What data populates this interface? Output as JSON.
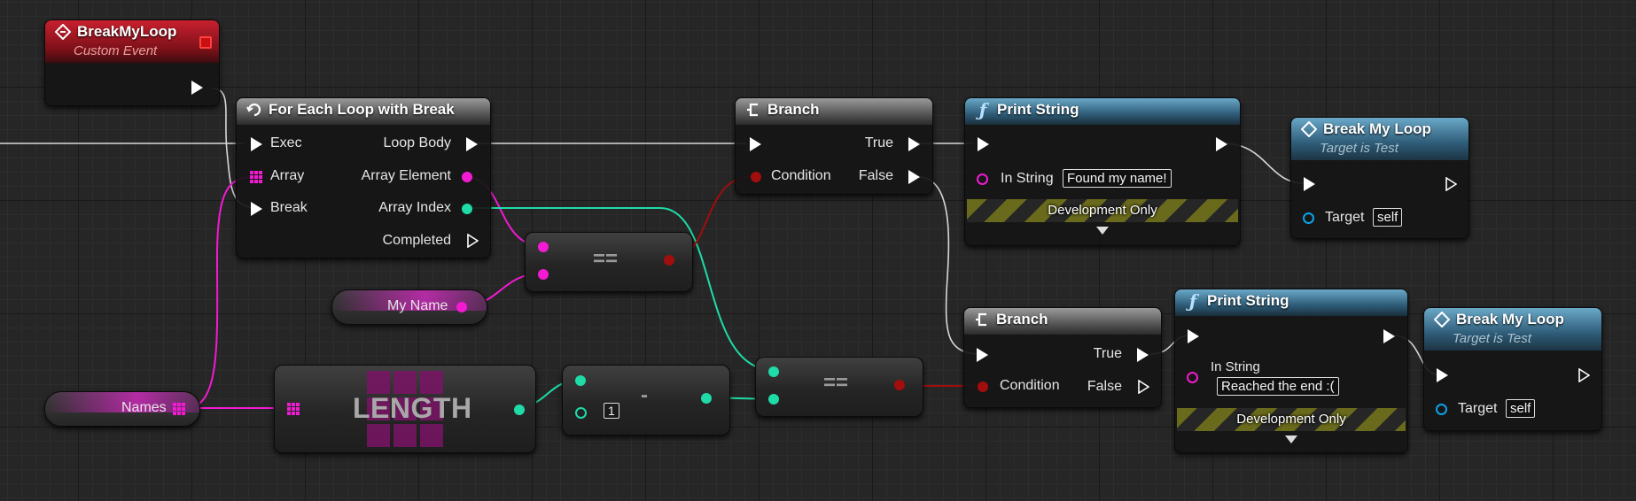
{
  "nodes": {
    "break_my_loop_event": {
      "title": "BreakMyLoop",
      "subtitle": "Custom Event"
    },
    "for_each": {
      "title": "For Each Loop with Break",
      "pins": {
        "exec": "Exec",
        "array": "Array",
        "break": "Break",
        "loop_body": "Loop Body",
        "array_element": "Array Element",
        "array_index": "Array Index",
        "completed": "Completed"
      }
    },
    "branch_top": {
      "title": "Branch",
      "pins": {
        "condition": "Condition",
        "true": "True",
        "false": "False"
      }
    },
    "print_string_top": {
      "title": "Print String",
      "pins": {
        "in_string": "In String"
      },
      "in_string_value": "Found my name!",
      "footer": "Development Only"
    },
    "break_loop_top": {
      "title": "Break My Loop",
      "subtitle": "Target is Test",
      "pins": {
        "target": "Target"
      },
      "target_value": "self"
    },
    "equals_top": {
      "op": "=="
    },
    "my_name_var": {
      "label": "My Name"
    },
    "names_var": {
      "label": "Names"
    },
    "length": {
      "label": "LENGTH"
    },
    "subtract": {
      "op": "-",
      "value": "1"
    },
    "equals_bottom": {
      "op": "=="
    },
    "branch_bottom": {
      "title": "Branch",
      "pins": {
        "condition": "Condition",
        "true": "True",
        "false": "False"
      }
    },
    "print_string_bottom": {
      "title": "Print String",
      "pins": {
        "in_string": "In String"
      },
      "in_string_value": "Reached the end :(",
      "footer": "Development Only"
    },
    "break_loop_bottom": {
      "title": "Break My Loop",
      "subtitle": "Target is Test",
      "pins": {
        "target": "Target"
      },
      "target_value": "self"
    }
  },
  "colors": {
    "exec": "#ffffff",
    "array_string": "#f21ad2",
    "integer": "#1edba7",
    "boolean": "#a20d0d",
    "object": "#0aa3e8",
    "string_pin": "#f21ad2"
  },
  "icons": {
    "event": "event-diamond-icon",
    "loop": "loop-icon",
    "branch": "branch-icon",
    "function": "function-f-icon",
    "array": "array-grid-icon"
  }
}
